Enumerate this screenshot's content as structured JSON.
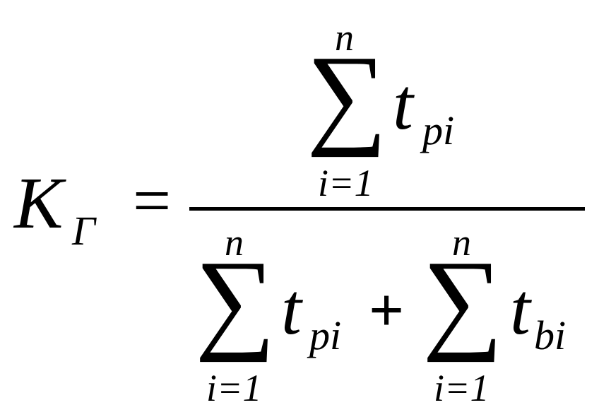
{
  "formula": {
    "lhs": {
      "main": "K",
      "subscript": "Γ"
    },
    "equals": "=",
    "numerator": {
      "sigma": "∑",
      "upper_limit": "n",
      "lower_limit": "i=1",
      "term": "t",
      "term_subscript": "pi"
    },
    "denominator": {
      "sum1": {
        "sigma": "∑",
        "upper_limit": "n",
        "lower_limit": "i=1",
        "term": "t",
        "term_subscript": "pi"
      },
      "plus": "+",
      "sum2": {
        "sigma": "∑",
        "upper_limit": "n",
        "lower_limit": "i=1",
        "term": "t",
        "term_subscript": "bi"
      }
    }
  }
}
